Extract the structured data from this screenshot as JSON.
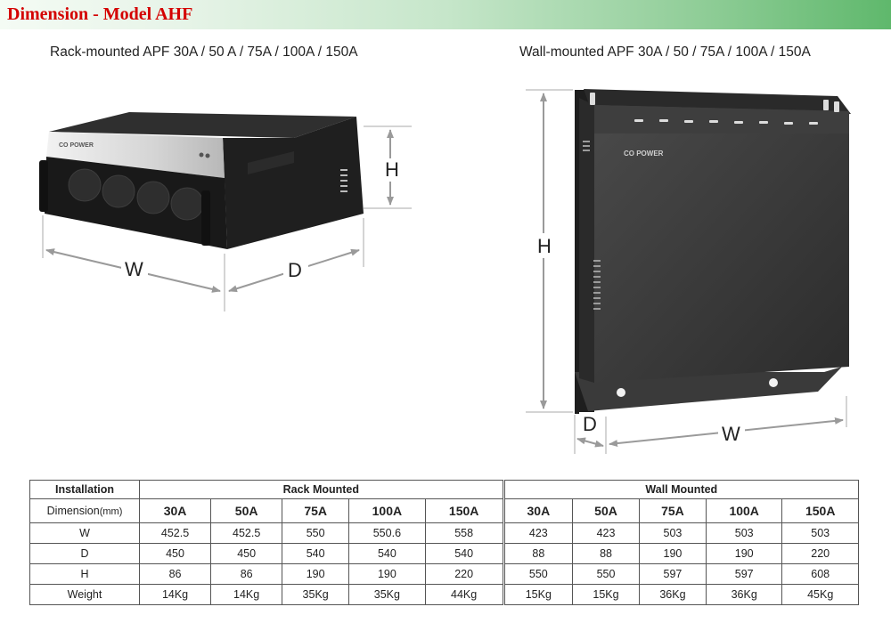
{
  "header": {
    "title": "Dimension - Model AHF"
  },
  "captions": {
    "rack": "Rack-mounted  APF 30A / 50 A / 75A / 100A / 150A",
    "wall": "Wall-mounted  APF 30A / 50 / 75A / 100A / 150A"
  },
  "figures": {
    "rack_labels": {
      "w": "W",
      "d": "D",
      "h": "H"
    },
    "wall_labels": {
      "w": "W",
      "d": "D",
      "h": "H"
    },
    "brand": "CO POWER"
  },
  "table": {
    "installation_label": "Installation",
    "rack_group": "Rack Mounted",
    "wall_group": "Wall Mounted",
    "dimension_label": "Dimension",
    "dimension_unit": "(mm)",
    "models": [
      "30A",
      "50A",
      "75A",
      "100A",
      "150A",
      "30A",
      "50A",
      "75A",
      "100A",
      "150A"
    ],
    "rows": [
      {
        "label": "W",
        "values": [
          "452.5",
          "452.5",
          "550",
          "550.6",
          "558",
          "423",
          "423",
          "503",
          "503",
          "503"
        ]
      },
      {
        "label": "D",
        "values": [
          "450",
          "450",
          "540",
          "540",
          "540",
          "88",
          "88",
          "190",
          "190",
          "220"
        ]
      },
      {
        "label": "H",
        "values": [
          "86",
          "86",
          "190",
          "190",
          "220",
          "550",
          "550",
          "597",
          "597",
          "608"
        ]
      },
      {
        "label": "Weight",
        "values": [
          "14Kg",
          "14Kg",
          "35Kg",
          "35Kg",
          "44Kg",
          "15Kg",
          "15Kg",
          "36Kg",
          "36Kg",
          "45Kg"
        ]
      }
    ]
  }
}
